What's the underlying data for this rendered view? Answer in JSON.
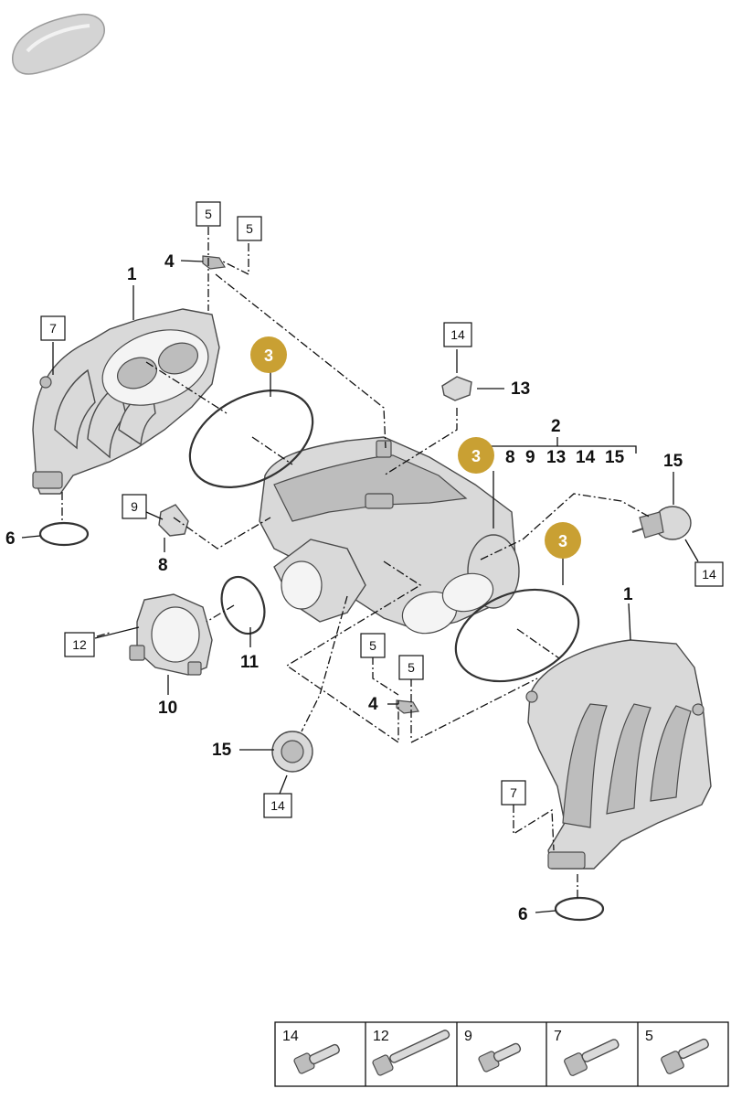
{
  "callouts": {
    "c1_left": "1",
    "c1_right": "1",
    "c2": "2",
    "c3_a": "3",
    "c3_b": "3",
    "c3_c": "3",
    "c4_top": "4",
    "c4_bottom": "4",
    "c5_a": "5",
    "c5_b": "5",
    "c5_c": "5",
    "c5_d": "5",
    "c6_left": "6",
    "c6_right": "6",
    "c7_left": "7",
    "c7_right": "7",
    "c8": "8",
    "c9": "9",
    "c10": "10",
    "c11": "11",
    "c12": "12",
    "c13": "13",
    "c14_top": "14",
    "c14_right": "14",
    "c14_bottom": "14",
    "c15_right": "15",
    "c15_bottom": "15"
  },
  "kit_list": [
    "8",
    "9",
    "13",
    "14",
    "15"
  ],
  "fastener_table": [
    {
      "label": "14"
    },
    {
      "label": "12"
    },
    {
      "label": "9"
    },
    {
      "label": "7"
    },
    {
      "label": "5"
    }
  ],
  "colors": {
    "badge": "#c9a033",
    "line": "#111111",
    "part_fill": "#d9d9d9"
  }
}
